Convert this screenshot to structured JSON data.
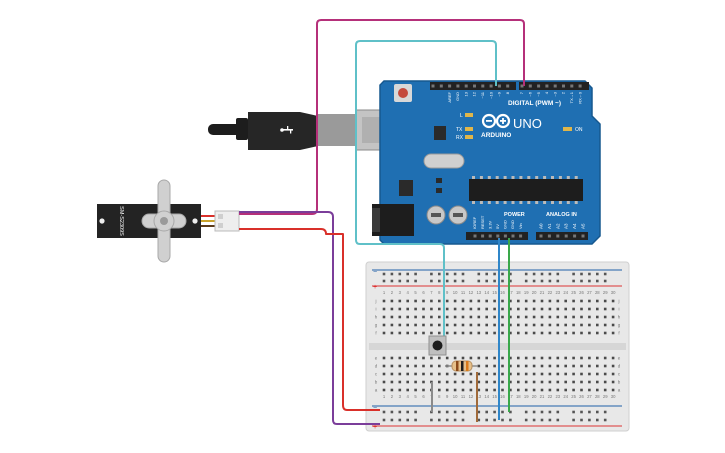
{
  "arduino": {
    "logo": "ARDUINO",
    "model": "UNO",
    "digital_label": "DIGITAL (PWM ~)",
    "power_label": "POWER",
    "analog_label": "ANALOG IN",
    "led_l": "L",
    "led_tx": "TX",
    "led_rx": "RX",
    "led_on": "ON",
    "top_pins": [
      "AREF",
      "GND",
      "13",
      "12",
      "~11",
      "~10",
      "~9",
      "8",
      "7",
      "~6",
      "~5",
      "4",
      "~3",
      "2",
      "TX→1",
      "RX←0"
    ],
    "power_pins": [
      "IOREF",
      "RESET",
      "3.3V",
      "5V",
      "GND",
      "GND",
      "Vin"
    ],
    "analog_pins": [
      "A0",
      "A1",
      "A2",
      "A3",
      "A4",
      "A5"
    ]
  },
  "servo": {
    "model": "SM-S2309S"
  },
  "breadboard": {
    "col_numbers": [
      "1",
      "2",
      "3",
      "4",
      "5",
      "6",
      "7",
      "8",
      "9",
      "10",
      "11",
      "12",
      "13",
      "14",
      "15",
      "16",
      "17",
      "18",
      "19",
      "20",
      "21",
      "22",
      "23",
      "24",
      "25",
      "26",
      "27",
      "28",
      "29",
      "30"
    ],
    "rows_top": [
      "j",
      "i",
      "h",
      "g",
      "f"
    ],
    "rows_bottom": [
      "e",
      "d",
      "c",
      "b",
      "a"
    ],
    "rail_minus": "−",
    "rail_plus": "+"
  },
  "colors": {
    "board": "#1f6fb2",
    "board_dark": "#16588f",
    "magenta_wire": "#b5307a",
    "cyan_wire": "#5fc0c8",
    "red_wire": "#d9302a",
    "purple_wire": "#7b3d9a",
    "blue_wire": "#2f86c9",
    "green_wire": "#3aa84a",
    "breadboard": "#e9e9e9",
    "rail_red": "#d33",
    "rail_blue": "#1f5fa8"
  }
}
